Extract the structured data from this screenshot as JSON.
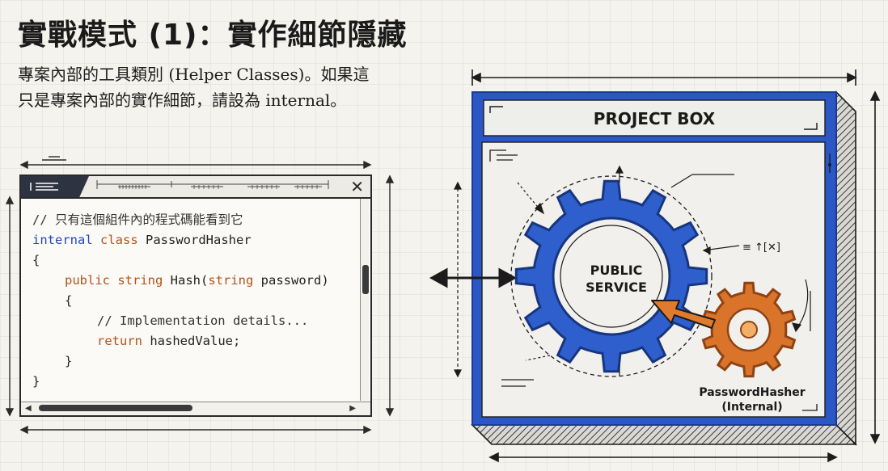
{
  "title": "實戰模式 (1)：實作細節隱藏",
  "description": {
    "line1": "專案內部的工具類別 (Helper Classes)。如果這",
    "line2": "只是專案內部的實作細節，請設為 internal。"
  },
  "code_window": {
    "close_symbol": "✕",
    "lines": [
      {
        "indent": 0,
        "parts": [
          {
            "t": "// 只有這個組件內的程式碼能看到它",
            "c": "cm"
          }
        ]
      },
      {
        "indent": 0,
        "parts": [
          {
            "t": "internal",
            "c": "kw-blue"
          },
          {
            "t": " ",
            "c": ""
          },
          {
            "t": "class",
            "c": "kw-orange"
          },
          {
            "t": " PasswordHasher",
            "c": ""
          }
        ]
      },
      {
        "indent": 0,
        "parts": [
          {
            "t": "{",
            "c": ""
          }
        ]
      },
      {
        "indent": 1,
        "parts": [
          {
            "t": "public",
            "c": "kw-orange"
          },
          {
            "t": " ",
            "c": ""
          },
          {
            "t": "string",
            "c": "kw-orange"
          },
          {
            "t": " Hash(",
            "c": ""
          },
          {
            "t": "string",
            "c": "kw-orange"
          },
          {
            "t": " password)",
            "c": ""
          }
        ]
      },
      {
        "indent": 1,
        "parts": [
          {
            "t": "{",
            "c": ""
          }
        ]
      },
      {
        "indent": 2,
        "parts": [
          {
            "t": "// Implementation details...",
            "c": "cm"
          }
        ]
      },
      {
        "indent": 2,
        "parts": [
          {
            "t": "return",
            "c": "kw-orange"
          },
          {
            "t": " hashedValue;",
            "c": ""
          }
        ]
      },
      {
        "indent": 1,
        "parts": [
          {
            "t": "}",
            "c": ""
          }
        ]
      },
      {
        "indent": 0,
        "parts": [
          {
            "t": "}",
            "c": ""
          }
        ]
      }
    ]
  },
  "diagram": {
    "project_box_label": "PROJECT BOX",
    "public_gear_label_line1": "PUBLIC",
    "public_gear_label_line2": "SERVICE",
    "internal_gear_label_line1": "PasswordHasher",
    "internal_gear_label_line2": "(Internal)",
    "small_annotation": "≡ ↑[✕]",
    "colors": {
      "blue": "#2a56c6",
      "blue_dark": "#1b3b92",
      "orange": "#d9742a",
      "orange_dark": "#a5501a",
      "ink": "#1c1c1c"
    }
  }
}
